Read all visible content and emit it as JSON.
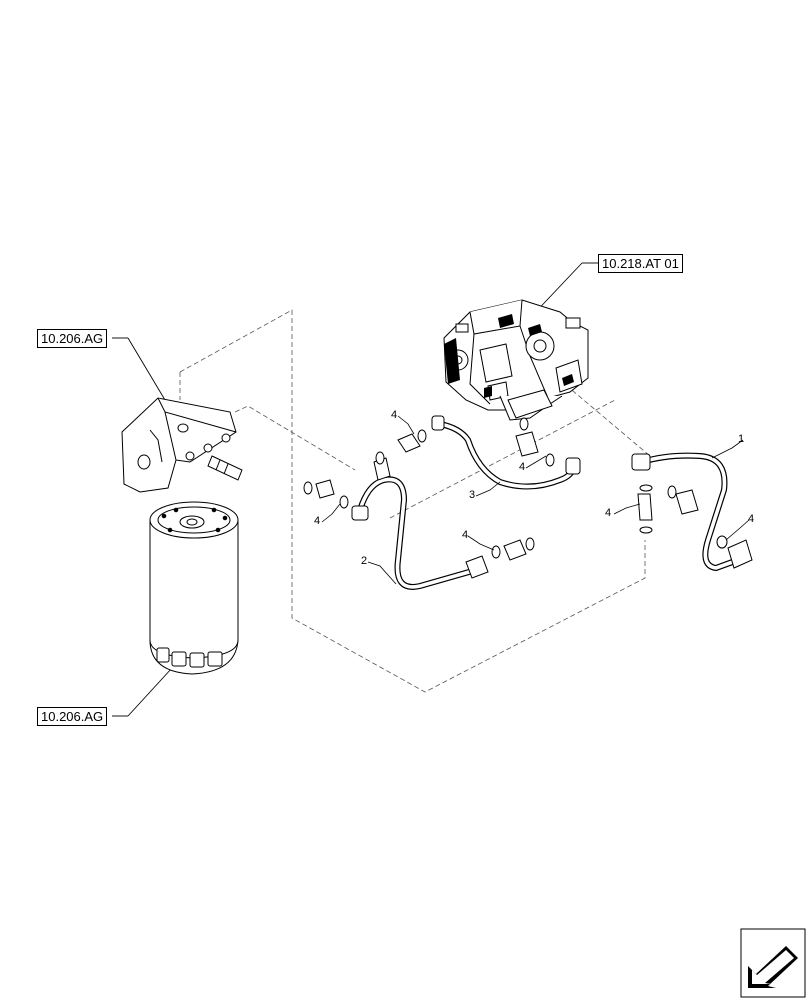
{
  "references": {
    "pump": "10.218.AT 01",
    "bracket": "10.206.AG",
    "filter": "10.206.AG"
  },
  "callouts": {
    "pipe_1": "1",
    "pipe_2": "2",
    "pipe_3": "3",
    "washer_a": "4",
    "washer_b": "4",
    "washer_c": "4",
    "washer_d": "4",
    "washer_e": "4",
    "washer_f": "4"
  },
  "icons": {
    "nav": "previous-page-arrow-icon"
  }
}
